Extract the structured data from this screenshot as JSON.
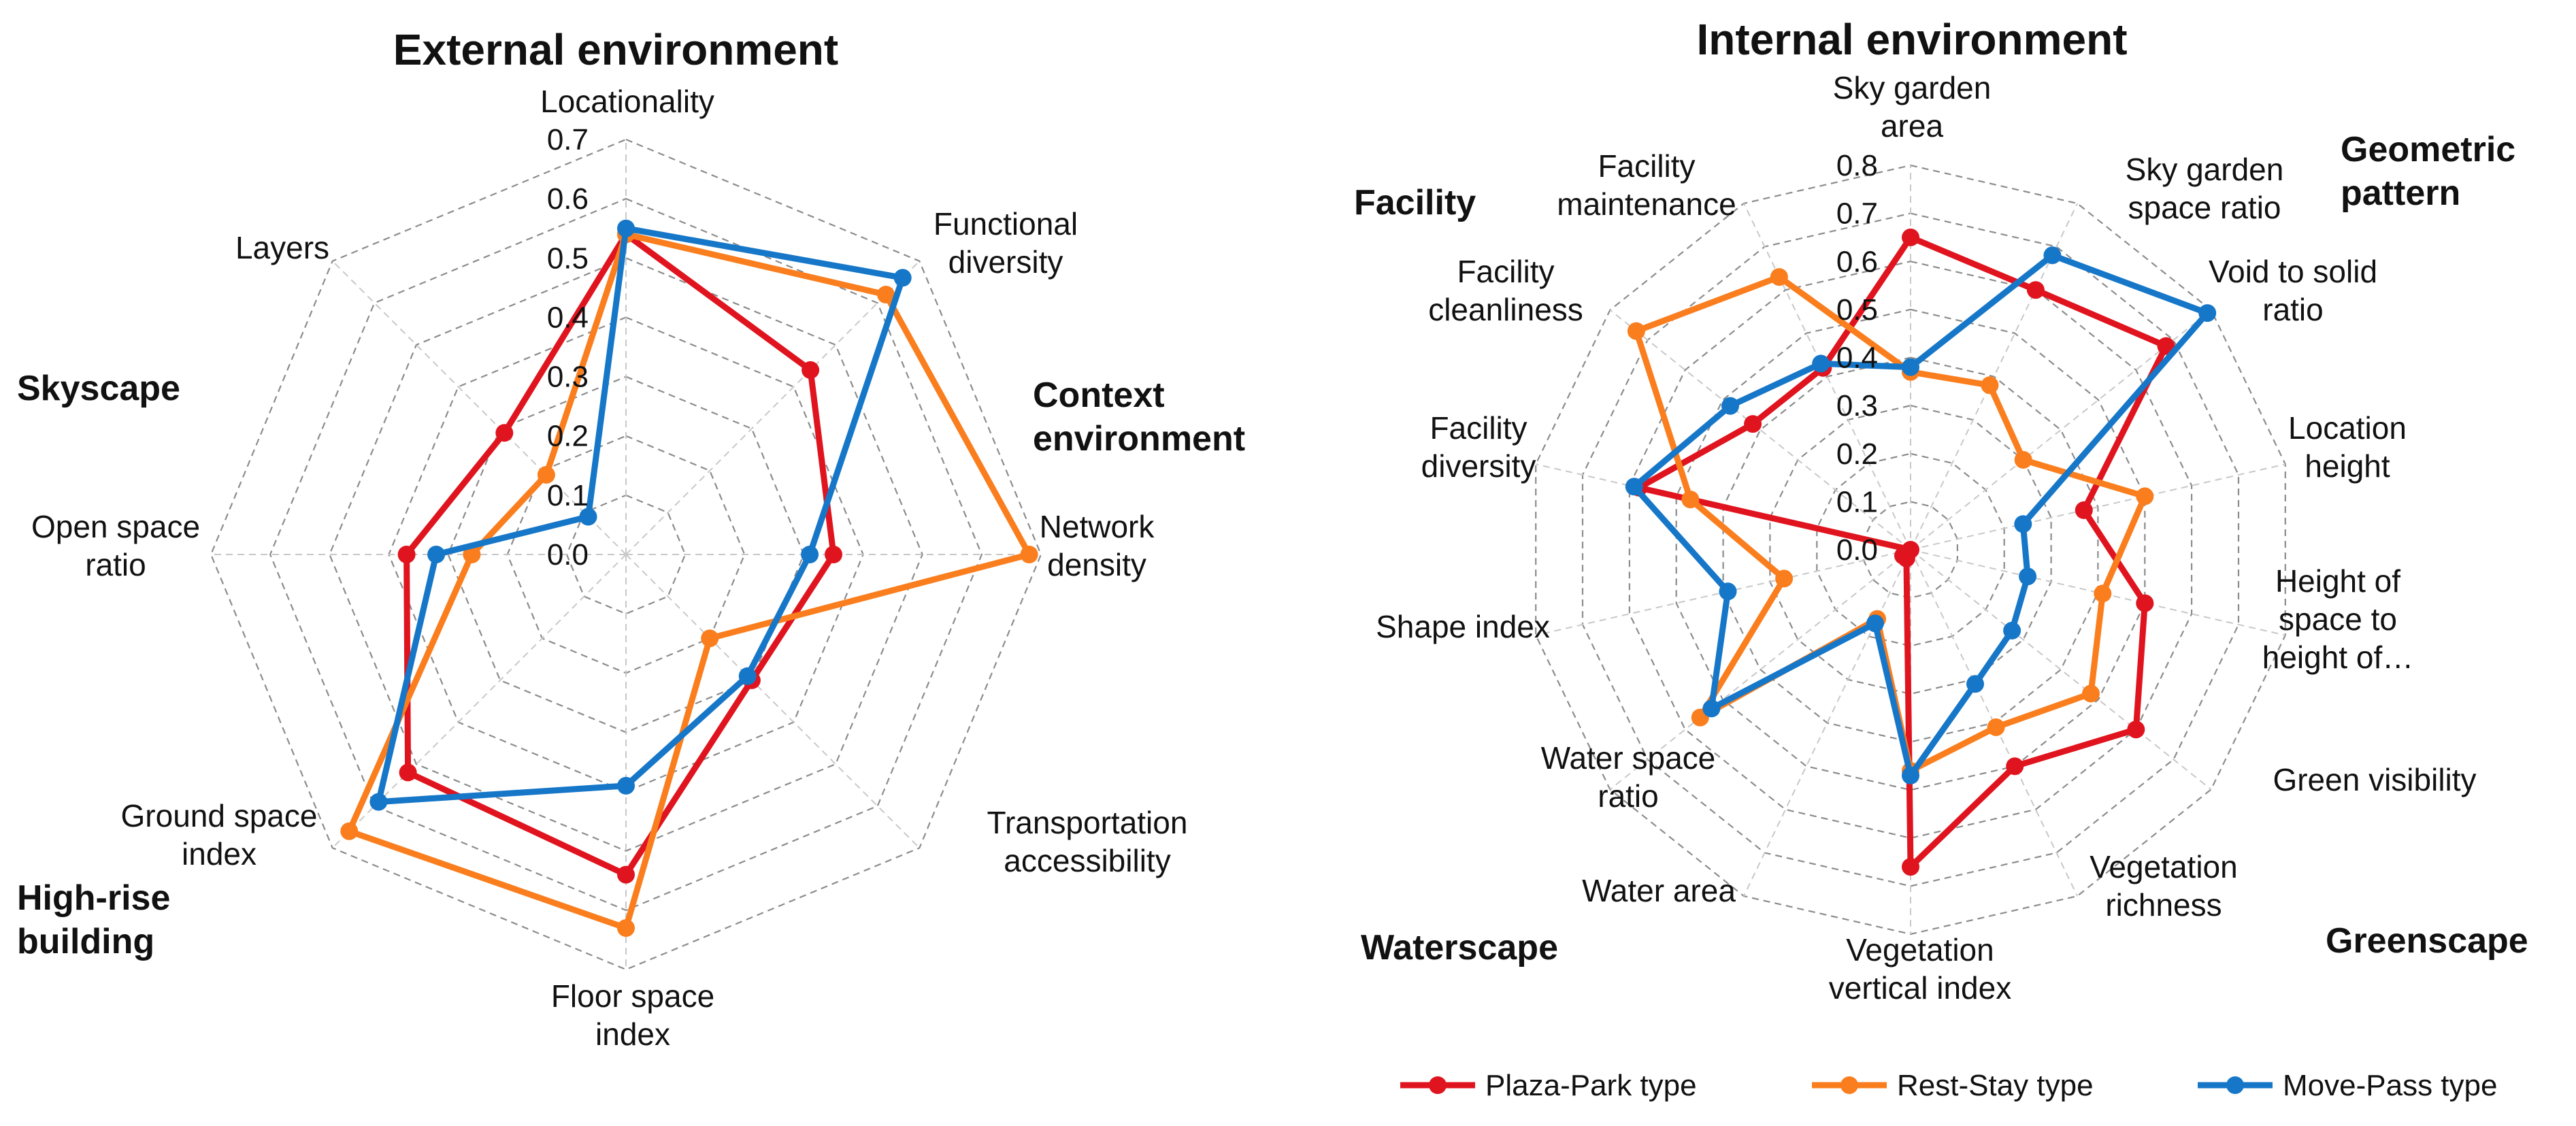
{
  "chart_data": [
    {
      "type": "radar",
      "title": "External environment",
      "categories": [
        "Locationality",
        "Functional diversity",
        "Network density",
        "Transportation accessibility",
        "Floor space index",
        "Ground space index",
        "Open space ratio",
        "Layers"
      ],
      "category_lines": [
        [
          "Locationality"
        ],
        [
          "Functional",
          "diversity"
        ],
        [
          "Network",
          "density"
        ],
        [
          "Transportation",
          "accessibility"
        ],
        [
          "Floor space",
          "index"
        ],
        [
          "Ground space",
          "index"
        ],
        [
          "Open space",
          "ratio"
        ],
        [
          "Layers"
        ]
      ],
      "rlim": [
        0,
        0.7
      ],
      "ticks": [
        "0.0",
        "0.1",
        "0.2",
        "0.3",
        "0.4",
        "0.5",
        "0.6",
        "0.7"
      ],
      "grid": true,
      "groups": [
        {
          "lines": [
            "Skyscape"
          ]
        },
        {
          "lines": [
            "Context",
            "environment"
          ]
        },
        {
          "lines": [
            "High-rise",
            "building"
          ]
        }
      ],
      "series": [
        {
          "name": "Plaza-Park type",
          "values": [
            0.54,
            0.44,
            0.35,
            0.3,
            0.54,
            0.52,
            0.37,
            0.29
          ]
        },
        {
          "name": "Rest-Stay type",
          "values": [
            0.54,
            0.62,
            0.68,
            0.2,
            0.63,
            0.66,
            0.26,
            0.19
          ]
        },
        {
          "name": "Move-Pass type",
          "values": [
            0.55,
            0.66,
            0.31,
            0.29,
            0.39,
            0.59,
            0.32,
            0.09
          ]
        }
      ]
    },
    {
      "type": "radar",
      "title": "Internal environment",
      "categories": [
        "Sky garden area",
        "Sky garden space ratio",
        "Void to solid ratio",
        "Location height",
        "Height of space to height of…",
        "Green visibility",
        "Vegetation richness",
        "Vegetation vertical index",
        "Water area",
        "Water space ratio",
        "Shape index",
        "Facility diversity",
        "Facility cleanliness",
        "Facility maintenance"
      ],
      "category_lines": [
        [
          "Sky garden",
          "area"
        ],
        [
          "Sky garden",
          "space ratio"
        ],
        [
          "Void to solid",
          "ratio"
        ],
        [
          "Location",
          "height"
        ],
        [
          "Height of",
          "space to",
          "height of…"
        ],
        [
          "Green visibility"
        ],
        [
          "Vegetation",
          "richness"
        ],
        [
          "Vegetation",
          "vertical index"
        ],
        [
          "Water area"
        ],
        [
          "Water space",
          "ratio"
        ],
        [
          "Shape index"
        ],
        [
          "Facility",
          "diversity"
        ],
        [
          "Facility",
          "cleanliness"
        ],
        [
          "Facility",
          "maintenance"
        ]
      ],
      "rlim": [
        0,
        0.8
      ],
      "ticks": [
        "0.0",
        "0.1",
        "0.2",
        "0.3",
        "0.4",
        "0.5",
        "0.6",
        "0.7",
        "0.8"
      ],
      "grid": true,
      "groups": [
        {
          "lines": [
            "Facility"
          ]
        },
        {
          "lines": [
            "Geometric",
            "pattern"
          ]
        },
        {
          "lines": [
            "Greenscape"
          ]
        },
        {
          "lines": [
            "Waterscape"
          ]
        }
      ],
      "series": [
        {
          "name": "Plaza-Park type",
          "values": [
            0.65,
            0.6,
            0.68,
            0.37,
            0.5,
            0.6,
            0.5,
            0.66,
            0.02,
            0.02,
            0.0,
            0.58,
            0.42,
            0.42
          ]
        },
        {
          "name": "Rest-Stay type",
          "values": [
            0.37,
            0.38,
            0.3,
            0.5,
            0.41,
            0.48,
            0.41,
            0.46,
            0.16,
            0.56,
            0.27,
            0.47,
            0.73,
            0.63
          ]
        },
        {
          "name": "Move-Pass type",
          "values": [
            0.38,
            0.68,
            0.79,
            0.24,
            0.25,
            0.27,
            0.31,
            0.47,
            0.17,
            0.53,
            0.39,
            0.59,
            0.48,
            0.43
          ]
        }
      ]
    }
  ],
  "legend": {
    "position": "bottom",
    "items": [
      {
        "label": "Plaza-Park type",
        "color": "#e0141e"
      },
      {
        "label": "Rest-Stay type",
        "color": "#fa7e1e"
      },
      {
        "label": "Move-Pass type",
        "color": "#1677c8"
      }
    ]
  }
}
